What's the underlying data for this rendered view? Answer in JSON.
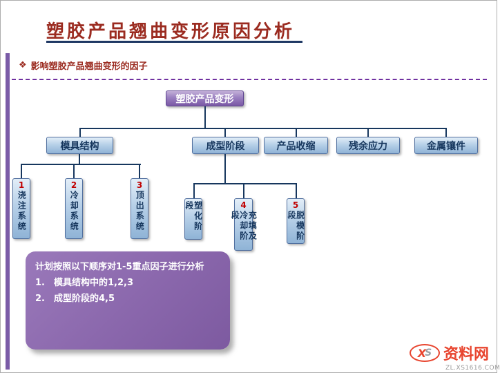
{
  "slide": {
    "title": "塑胶产品翘曲变形原因分析",
    "bullet": "❖",
    "section_heading": "影响塑胶产品翘曲变形的因子"
  },
  "diagram": {
    "root": {
      "label": "塑胶产品变形"
    },
    "branches": [
      {
        "label": "模具结构"
      },
      {
        "label": "成型阶段"
      },
      {
        "label": "产品收缩"
      },
      {
        "label": "残余应力"
      },
      {
        "label": "金属镶件"
      }
    ],
    "mold_structure_children": [
      {
        "num": "1",
        "label": "浇注系统"
      },
      {
        "num": "2",
        "label": "冷却系统"
      },
      {
        "num": "3",
        "label": "顶出系统"
      }
    ],
    "molding_stage_children": [
      {
        "num": "",
        "label": "塑化阶段"
      },
      {
        "num": "4",
        "label": "充填及\n冷却阶段"
      },
      {
        "num": "5",
        "label": "脱模阶段"
      }
    ]
  },
  "note": {
    "line1": "计划按照以下顺序对1-5重点因子进行分析",
    "line2": "1.　模具结构中的1,2,3",
    "line3": "2.　成型阶段的4,5"
  },
  "logo": {
    "mark_x": "X",
    "mark_s": "S",
    "name": "资料网",
    "url": "ZL.XS1616.COM"
  },
  "colors": {
    "title": "#9B2B20",
    "underline": "#1F3864",
    "accent_bar": "#7A5BA7",
    "dashed_divider": "#7030A0",
    "connector": "#17375E",
    "node_blue": "#8FB3D6",
    "root_purple": "#7A58A5",
    "note_purple": "#8A67AC",
    "number_red": "#C00000",
    "logo_red": "#E8452F"
  }
}
